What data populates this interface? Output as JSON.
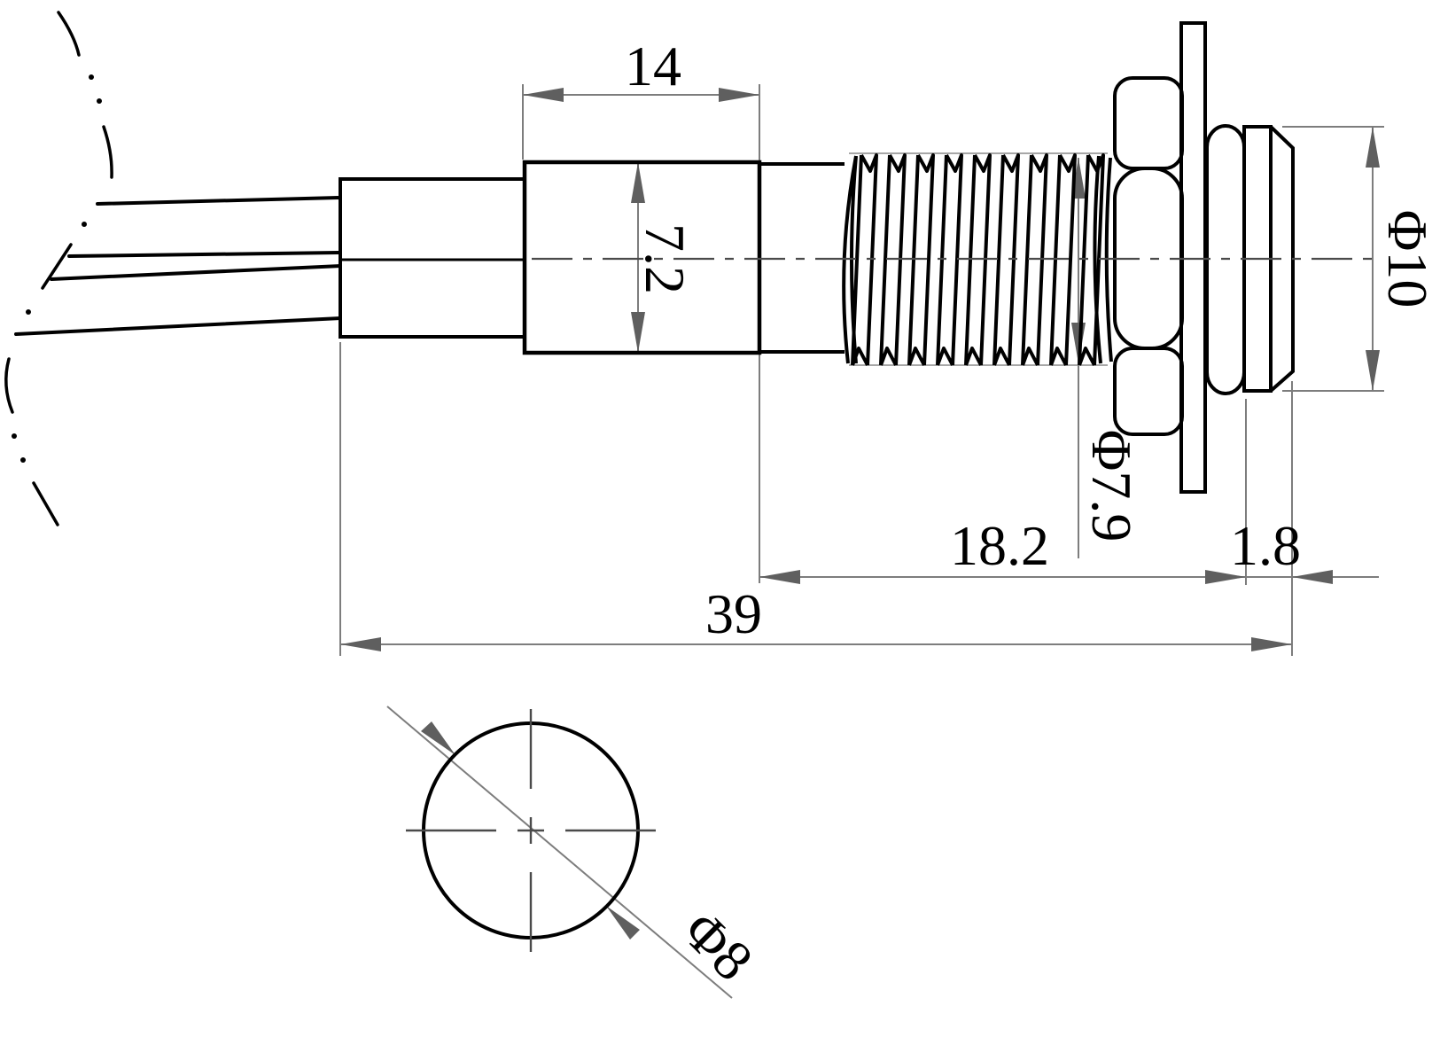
{
  "drawing": {
    "kind": "dimensioned technical drawing",
    "views": {
      "main": "side view of threaded panel indicator",
      "secondary": "mounting hole circle view"
    }
  },
  "dimensions": {
    "body_length": "14",
    "body_height": "7.2",
    "head_diameter": "Φ10",
    "thread_diameter": "Φ7.9",
    "front_section_length": "18.2",
    "bezel_thickness": "1.8",
    "overall_length": "39",
    "hole_diameter": "Φ8"
  },
  "colors": {
    "outline": "#000000",
    "dimension_line": "#7d7d7d",
    "arrowhead": "#5f5f5f",
    "centerline": "#4a4a4a",
    "background": "#ffffff"
  }
}
